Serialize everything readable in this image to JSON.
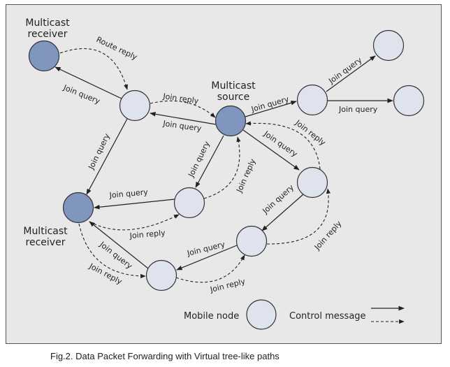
{
  "figure": {
    "caption": "Fig.2. Data Packet Forwarding with Virtual tree-like paths",
    "colors": {
      "background": "#e8e8e8",
      "mobile_node_fill": "#dfe3ee",
      "multicast_node_fill": "#8196bf",
      "stroke": "#333333"
    },
    "node_labels": {
      "receiver_top": [
        "Multicast",
        "receiver"
      ],
      "source": [
        "Multicast",
        "source"
      ],
      "receiver_bottom": [
        "Multicast",
        "receiver"
      ]
    },
    "edge_labels": {
      "route_reply": "Route reply",
      "join_query": "Join query",
      "join_reply": "Join reply"
    },
    "legend": {
      "mobile_node": "Mobile node",
      "control_message": "Control message"
    }
  }
}
